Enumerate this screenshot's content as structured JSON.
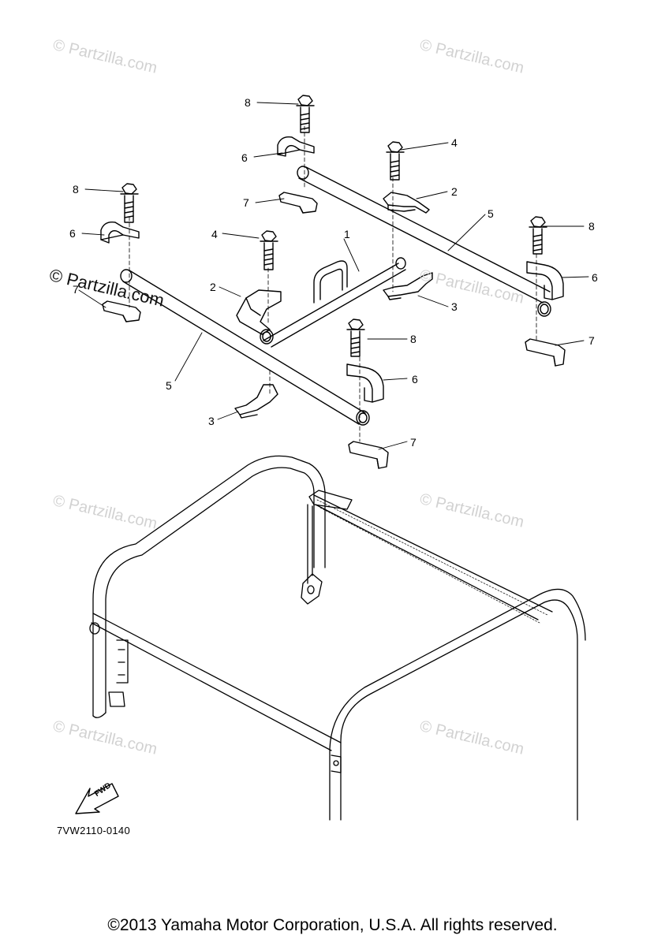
{
  "watermark": {
    "text": "© Partzilla.com",
    "emphasized_text": "© Partzilla.com"
  },
  "callouts": [
    "1",
    "2",
    "2",
    "3",
    "3",
    "4",
    "4",
    "5",
    "5",
    "6",
    "6",
    "6",
    "6",
    "7",
    "7",
    "7",
    "7",
    "8",
    "8",
    "8",
    "8"
  ],
  "fwd_label": "FWD",
  "diagram_code": "7VW2110-0140",
  "copyright": "©2013 Yamaha Motor Corporation, U.S.A. All rights reserved."
}
